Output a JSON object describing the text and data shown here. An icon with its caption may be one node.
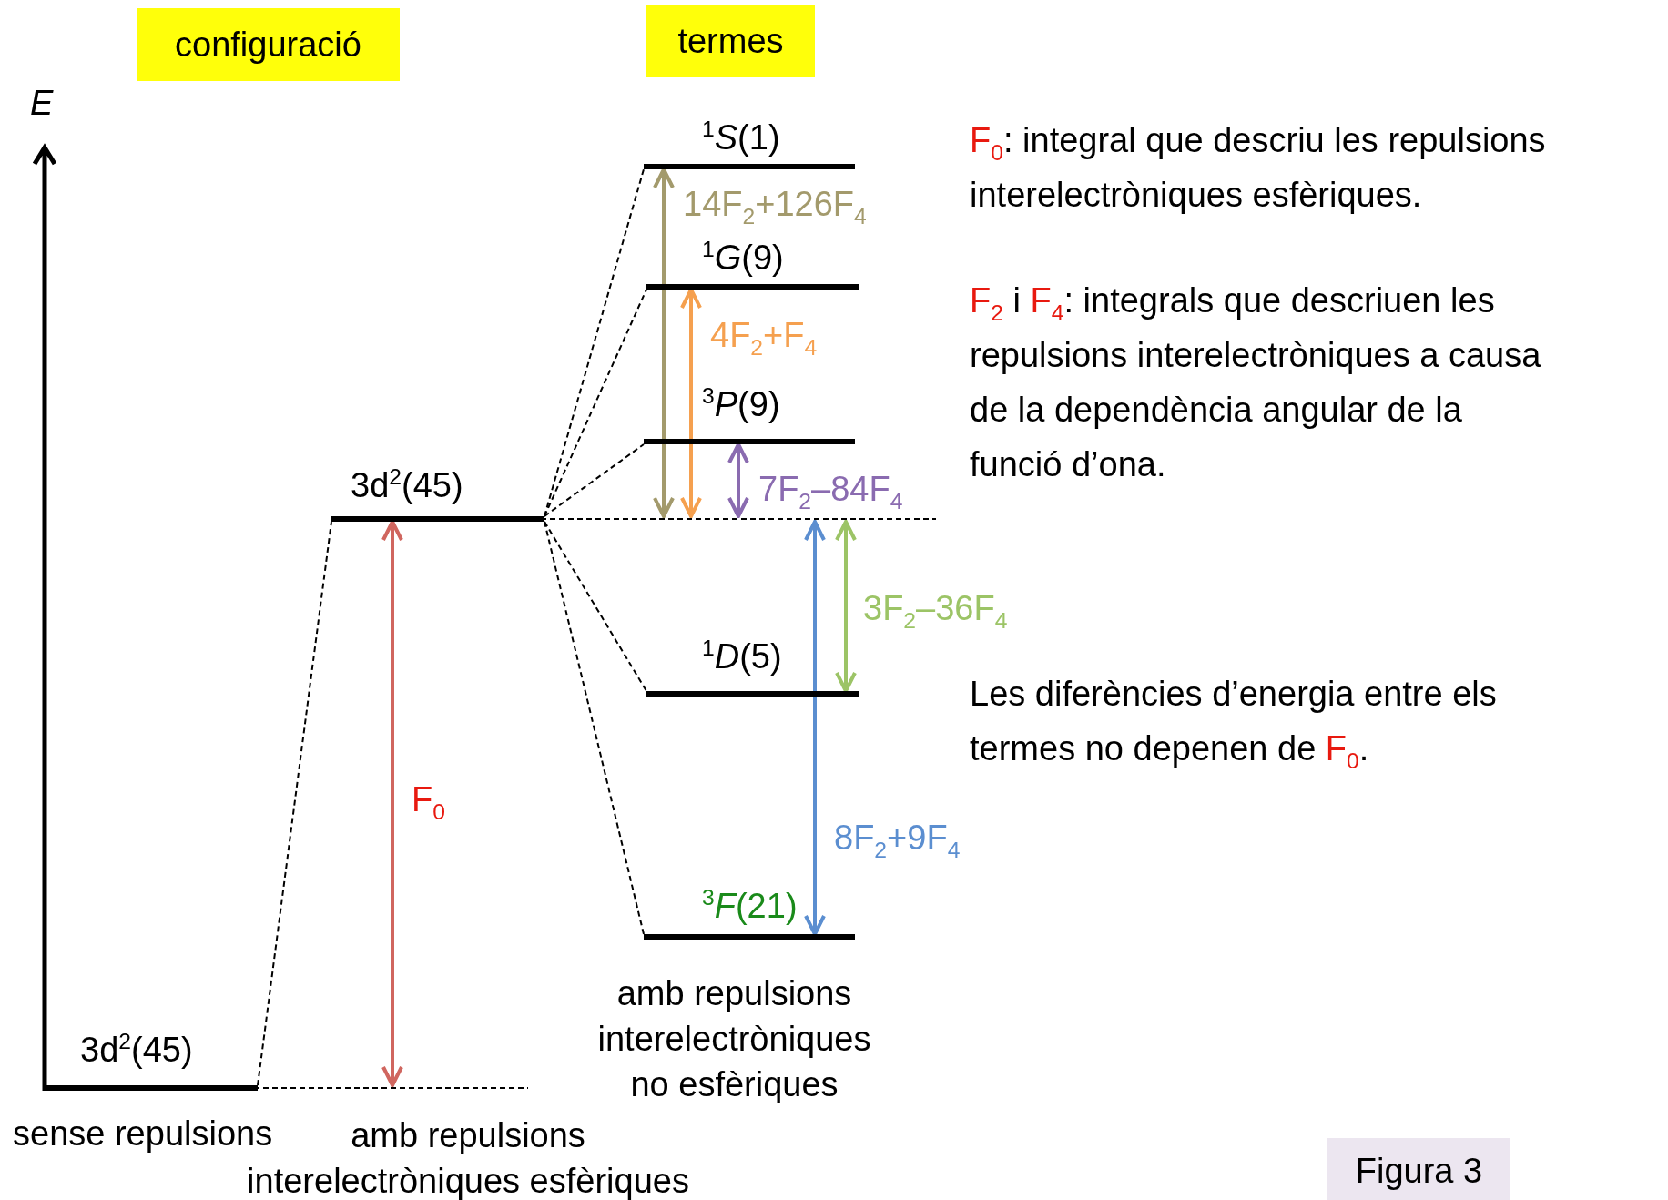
{
  "diagram": {
    "caption": "Figura 3",
    "nodes": [
      {
        "text": [],
        "shape": "bar",
        "beside": [
          "3d$^{2}$(45)"
        ]
      },
      {
        "text": [],
        "shape": "bar",
        "beside": [
          "3d$^{2}$(45)"
        ]
      },
      {
        "text": [],
        "shape": "bar",
        "beside": [
          "$^{1}$*S*(1)"
        ]
      },
      {
        "text": [],
        "shape": "bar",
        "beside": [
          "$^{1}$*G*(9)"
        ]
      },
      {
        "text": [],
        "shape": "bar",
        "beside": [
          "$^{3}$*P*(9)"
        ]
      },
      {
        "text": [],
        "shape": "bar",
        "beside": [
          "$^{1}$*D*(5)"
        ]
      },
      {
        "text": [],
        "shape": "bar",
        "beside": [
          "$^{3}$*F*(21)"
        ]
      }
    ],
    "edges": [
      {
        "from": 0,
        "to": 1,
        "arrow": "none",
        "style": "dashed"
      },
      {
        "from": 1,
        "to": 2,
        "arrow": "none",
        "style": "dashed"
      },
      {
        "from": 1,
        "to": 3,
        "arrow": "none",
        "style": "dashed"
      },
      {
        "from": 1,
        "to": 4,
        "arrow": "none",
        "style": "dashed"
      },
      {
        "from": 1,
        "to": 5,
        "arrow": "none",
        "style": "dashed"
      },
      {
        "from": 1,
        "to": 6,
        "arrow": "none",
        "style": "dashed"
      },
      {
        "from": 0,
        "to": 1,
        "arrow": "both",
        "label": "F$_{0}$",
        "color": "#d0665f"
      },
      {
        "from": 1,
        "to": 2,
        "arrow": "both",
        "label": "14F$_{2}$+126F$_{4}$",
        "color": "#a39a6c"
      },
      {
        "from": 1,
        "to": 3,
        "arrow": "both",
        "label": "4F$_{2}$+F$_{4}$",
        "color": "#f5a04f"
      },
      {
        "from": 1,
        "to": 4,
        "arrow": "both",
        "label": "7F$_{2}$–84F$_{4}$",
        "color": "#8a6bb0"
      },
      {
        "from": 1,
        "to": 5,
        "arrow": "both",
        "label": "3F$_{2}$–36F$_{4}$",
        "color": "#9cc466"
      },
      {
        "from": 1,
        "to": 6,
        "arrow": "both",
        "label": "8F$_{2}$+9F$_{4}$",
        "color": "#5b8ed0"
      }
    ],
    "labels": [
      "configuració",
      "termes",
      "E",
      "F$_{0}$: integral que descriu les repulsions interelectròniques esfèriques.",
      "F$_{2}$ i F$_{4}$: integrals que descriuen les repulsions interelectròniques a causa de la dependència angular de la funció d’ona.",
      "Les diferències d’energia entre els termes no depenen de F$_{0}$.",
      "amb repulsions interelectròniques no esfèriques",
      "sense repulsions",
      "amb repulsions interelectròniques esfèriques"
    ]
  }
}
